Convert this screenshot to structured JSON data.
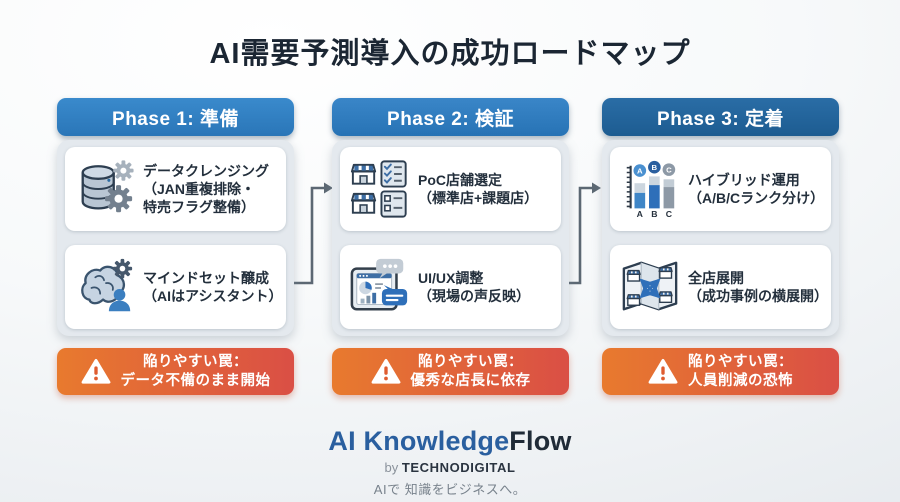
{
  "title": "AI需要予測導入の成功ロードマップ",
  "phases": [
    {
      "header": "Phase 1: 準備",
      "header_color": "#2e7dc1",
      "cards": [
        {
          "icon": "database-gears-icon",
          "lines": [
            "データクレンジング",
            "（JAN重複排除・",
            "特売フラグ整備）"
          ]
        },
        {
          "icon": "brain-person-icon",
          "lines": [
            "マインドセット醸成",
            "（AIはアシスタント）"
          ]
        }
      ],
      "warning": {
        "icon": "warning-triangle-icon",
        "lines": [
          "陥りやすい罠：",
          "データ不備のまま開始"
        ]
      }
    },
    {
      "header": "Phase 2: 検証",
      "header_color": "#2b79bd",
      "cards": [
        {
          "icon": "stores-checklist-icon",
          "lines": [
            "PoC店舗選定",
            "（標準店+課題店）"
          ]
        },
        {
          "icon": "tablet-feedback-icon",
          "lines": [
            "UI/UX調整",
            "（現場の声反映）"
          ]
        }
      ],
      "warning": {
        "icon": "warning-triangle-icon",
        "lines": [
          "陥りやすい罠：",
          "優秀な店長に依存"
        ]
      }
    },
    {
      "header": "Phase 3: 定着",
      "header_color": "#1e6095",
      "cards": [
        {
          "icon": "abc-bar-chart-icon",
          "lines": [
            "ハイブリッド運用",
            "（A/B/Cランク分け）"
          ],
          "icon_labels": [
            "A",
            "B",
            "C"
          ]
        },
        {
          "icon": "map-stores-icon",
          "lines": [
            "全店展開",
            "（成功事例の横展開）"
          ]
        }
      ],
      "warning": {
        "icon": "warning-triangle-icon",
        "lines": [
          "陥りやすい罠：",
          "人員削減の恐怖"
        ]
      }
    }
  ],
  "footer": {
    "brand_primary": "AI Knowledge",
    "brand_secondary": "Flow",
    "byline_prefix": "by ",
    "byline_company": "TECHNODIGITAL",
    "tagline": "AIで 知識をビジネスへ。"
  },
  "colors": {
    "accent_blue": "#2e7dc1",
    "accent_blue_dark": "#1e6095",
    "panel_gray": "#e4e9ee",
    "warning_gradient_start": "#e87a2e",
    "warning_gradient_end": "#da4f45",
    "title_text": "#1b2633",
    "brand_blue": "#2a5f9f"
  }
}
